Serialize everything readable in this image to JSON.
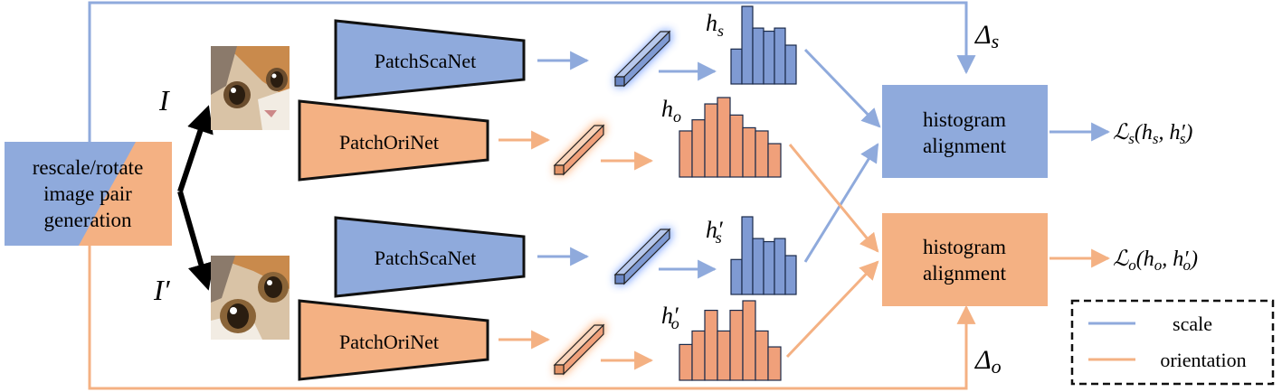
{
  "colors": {
    "scale": "#8FAADC",
    "scale_fill": "#7F9AD3",
    "orientation": "#F4B183",
    "orientation_fill": "#F0A07A",
    "stroke": "#111111",
    "glow_blue": "#5B8DFF",
    "glow_orange": "#FF9A55"
  },
  "source_box": {
    "line1": "rescale/rotate",
    "line2": "image pair",
    "line3": "generation"
  },
  "images": {
    "top_label": "I",
    "bottom_label": "I′"
  },
  "nets": {
    "scale_top": "PatchScaNet",
    "ori_top": "PatchOriNet",
    "scale_bottom": "PatchScaNet",
    "ori_bottom": "PatchOriNet"
  },
  "hist_labels": {
    "hs_top": "h",
    "hs_top_sub": "s",
    "ho_top": "h",
    "ho_top_sub": "o",
    "hs_bottom": "h′",
    "hs_bottom_sub": "s",
    "ho_bottom": "h′",
    "ho_bottom_sub": "o"
  },
  "histograms": {
    "hs_top": [
      0.45,
      1.0,
      0.72,
      0.68,
      0.72,
      0.5
    ],
    "ho_top": [
      0.58,
      0.72,
      0.92,
      1.0,
      0.78,
      0.62,
      0.58,
      0.42
    ],
    "hs_bottom": [
      0.45,
      1.0,
      0.72,
      0.68,
      0.72,
      0.5
    ],
    "ho_bottom": [
      0.45,
      0.62,
      0.88,
      0.62,
      0.88,
      1.0,
      0.62,
      0.42
    ]
  },
  "align": {
    "scale_line1": "histogram",
    "scale_line2": "alignment",
    "ori_line1": "histogram",
    "ori_line2": "alignment"
  },
  "deltas": {
    "scale": "Δ",
    "scale_sub": "s",
    "ori": "Δ",
    "ori_sub": "o"
  },
  "losses": {
    "scale": {
      "L": "ℒ",
      "sub": "s",
      "args": "(h",
      "a_sub": "s",
      "comma": ", h′",
      "b_sub": "s",
      "close": ")"
    },
    "ori": {
      "L": "ℒ",
      "sub": "o",
      "args": "(h",
      "a_sub": "o",
      "comma": ", h′",
      "b_sub": "o",
      "close": ")"
    }
  },
  "legend": {
    "scale": "scale",
    "orientation": "orientation"
  }
}
